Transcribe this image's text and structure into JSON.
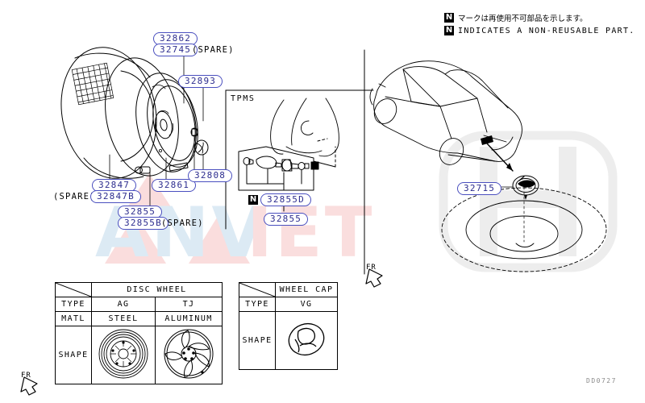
{
  "legend": {
    "jp_text": "マークは再使用不可部品を示します。",
    "en_text": "INDICATES A NON-REUSABLE PART.",
    "badge": "N"
  },
  "colors": {
    "label_border": "#4a4fbf",
    "label_text": "#2d2d8f",
    "line": "#000000",
    "watermark_blue": "#d9eaf5",
    "watermark_pink": "#f9dfe0",
    "watermark_gray": "#ededed",
    "corner_code": "#8a8a8a"
  },
  "tire_group": {
    "labels": [
      {
        "id": "lbl-32862",
        "text": "32862"
      },
      {
        "id": "lbl-32745",
        "text": "32745"
      },
      {
        "id": "lbl-32745s",
        "text": "(SPARE)"
      },
      {
        "id": "lbl-32893",
        "text": "32893"
      },
      {
        "id": "lbl-32847",
        "text": "32847"
      },
      {
        "id": "lbl-32847b",
        "text": "32847B"
      },
      {
        "id": "lbl-spare-prefix",
        "text": "(SPARE)"
      },
      {
        "id": "lbl-32861",
        "text": "32861"
      },
      {
        "id": "lbl-32808",
        "text": "32808"
      },
      {
        "id": "lbl-32855",
        "text": "32855"
      },
      {
        "id": "lbl-32855b",
        "text": "32855B"
      },
      {
        "id": "lbl-32855b-suffix",
        "text": "(SPARE)"
      }
    ]
  },
  "tpms_panel": {
    "title": "TPMS",
    "badge": "N",
    "sensor_label": "32855D",
    "valve_label": "32855"
  },
  "vehicle_panel": {
    "jack_label": "32715",
    "fr_marker": "FR"
  },
  "page": {
    "fr_marker": "FR",
    "corner_code": "DD0727"
  },
  "disc_wheel_table": {
    "header": "DISC WHEEL",
    "rows": [
      {
        "key": "TYPE",
        "values": [
          "AG",
          "TJ"
        ]
      },
      {
        "key": "MATL",
        "values": [
          "STEEL",
          "ALUMINUM"
        ]
      },
      {
        "key": "SHAPE",
        "values": [
          "",
          ""
        ]
      }
    ]
  },
  "wheel_cap_table": {
    "header": "WHEEL CAP",
    "rows": [
      {
        "key": "TYPE",
        "values": [
          "VG"
        ]
      },
      {
        "key": "SHAPE",
        "values": [
          ""
        ]
      }
    ]
  },
  "watermark": {
    "text_blue": "ANV",
    "text_pink": "IET"
  }
}
